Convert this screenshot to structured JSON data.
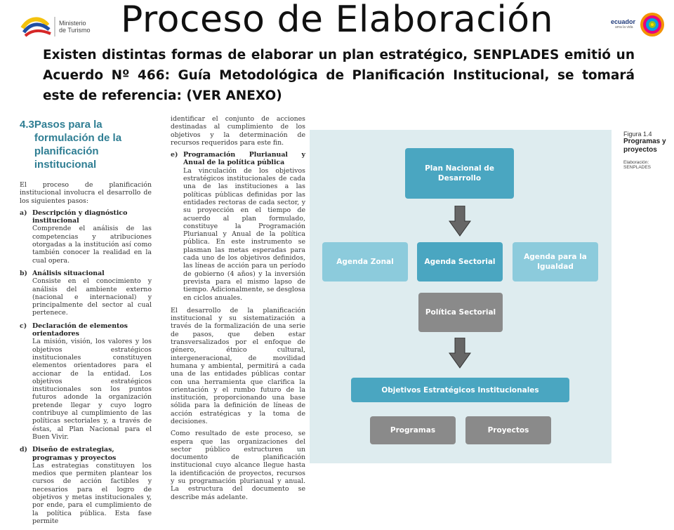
{
  "slide": {
    "title": "Proceso de Elaboración",
    "intro": "Existen distintas formas de elaborar un plan estratégico, SENPLADES emitió un Acuerdo Nº 466: Guía Metodológica de Planificación Institucional, se tomará este de referencia: (VER ANEXO)"
  },
  "logos": {
    "left_line1": "Ministerio",
    "left_line2": "de Turismo",
    "right_word": "ecuador",
    "right_tag": "ama la vida"
  },
  "document": {
    "section_number": "4.3",
    "section_title": "Pasos para la formulación de la planificación institucional",
    "intro": "El proceso de planificación institucional involucra el desarrollo de los siguientes pasos:",
    "steps": [
      {
        "letter": "a)",
        "title": "Descripción y diagnóstico institucional",
        "body": "Comprende el análisis de las competencias y atribuciones otorgadas a la institución así como también conocer la realidad en la cual opera."
      },
      {
        "letter": "b)",
        "title": "Análisis situacional",
        "body": "Consiste en el conocimiento y análisis del ambiente externo (nacional e internacional) y principalmente del sector al cual pertenece."
      },
      {
        "letter": "c)",
        "title": "Declaración de elementos orientadores",
        "body": "La misión, visión, los valores y los objetivos estratégicos institucionales constituyen elementos orientadores para el accionar de la entidad. Los objetivos estratégicos institucionales son los puntos futuros adonde la organización pretende llegar y cuyo logro contribuye al cumplimiento de las políticas sectoriales y, a través de éstas, al Plan Nacional para el Buen Vivir."
      },
      {
        "letter": "d)",
        "title": "Diseño de estrategias, programas y proyectos",
        "body": "Las estrategias constituyen los medios que permiten plantear los cursos de acción factibles y necesarios para el logro de objetivos y metas institucionales y, por ende, para el cumplimiento de la política pública. Esta fase permite"
      }
    ],
    "col2_top": "identificar el conjunto de acciones destinadas al cumplimiento de los objetivos y la determinación de recursos requeridos para este fin.",
    "step_e": {
      "letter": "e)",
      "title": "Programación Plurianual y Anual de la política pública",
      "body": "La vinculación de los objetivos estratégicos institucionales de cada una de las instituciones a las políticas públicas definidas por las entidades rectoras de cada sector, y su proyección en el tiempo de acuerdo al plan formulado, constituye la Programación Plurianual y Anual de la política pública. En este instrumento se plasman las metas esperadas para cada uno de los objetivos definidos, las líneas de acción para un período de gobierno (4 años) y la inversión prevista para el mismo lapso de tiempo. Adicionalmente, se desglosa en ciclos anuales."
    },
    "col2_para2": "El desarrollo de la planificación institucional y su sistematización a través de la formalización de una serie de pasos, que deben estar transversalizados por el enfoque de género, étnico cultural, intergeneracional, de movilidad humana y ambiental, permitirá a cada una de las entidades públicas contar con una herramienta que clarifica la orientación y el rumbo futuro de la institución, proporcionando una base sólida para la definición de líneas de acción estratégicas y la toma de decisiones.",
    "col2_para3": "Como resultado de este proceso, se espera que las organizaciones del sector público estructuren un documento de planificación institucional cuyo alcance llegue hasta la identificación de proyectos, recursos y su programación plurianual y anual. La estructura del documento se describe más adelante."
  },
  "diagram": {
    "plan_nacional": "Plan Nacional de Desarrollo",
    "agenda_zonal": "Agenda Zonal",
    "agenda_sectorial": "Agenda Sectorial",
    "agenda_igualdad": "Agenda para la Igualdad",
    "politica_sectorial": "Política Sectorial",
    "objetivos": "Objetivos Estratégicos Institucionales",
    "programas": "Programas",
    "proyectos": "Proyectos",
    "colors": {
      "teal": "#4aa6c1",
      "light_teal": "#8ccbdc",
      "gray": "#8a8a8a",
      "background": "#deecef"
    }
  },
  "figure": {
    "number": "Figura 1.4",
    "title": "Programas y proyectos",
    "credit": "Elaboración: SENPLADES"
  }
}
